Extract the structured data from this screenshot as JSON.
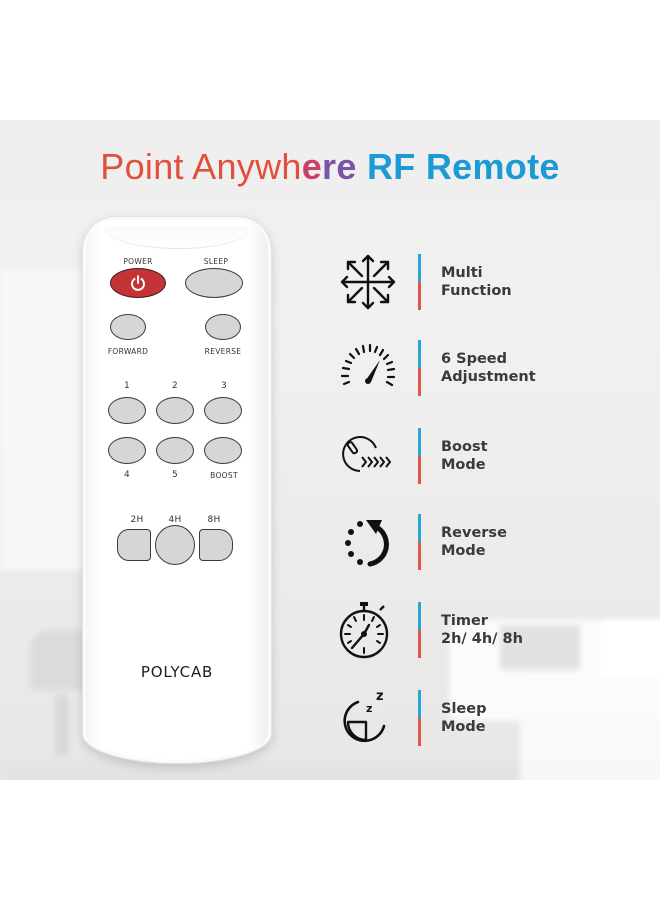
{
  "headline": {
    "part1": "Point Anywh",
    "part2": "e",
    "part3": "r",
    "part4": "e ",
    "part5": "RF Remote",
    "full": "Point Anywhere RF Remote",
    "colors": {
      "warm": "#e0503c",
      "cool": "#1c9ad4"
    }
  },
  "remote": {
    "brand": "POLYCAB",
    "buttons": {
      "power": "POWER",
      "sleep": "SLEEP",
      "forward": "FORWARD",
      "reverse": "REVERSE",
      "speed_1": "1",
      "speed_2": "2",
      "speed_3": "3",
      "speed_4": "4",
      "speed_5": "5",
      "boost": "BOOST",
      "timer_2h": "2H",
      "timer_4h": "4H",
      "timer_8h": "8H"
    },
    "power_color": "#c23436"
  },
  "features": [
    {
      "icon": "multi-direction-arrows-icon",
      "line1": "Multi",
      "line2": "Function"
    },
    {
      "icon": "speedometer-icon",
      "line1": "6 Speed",
      "line2": "Adjustment"
    },
    {
      "icon": "boost-fan-icon",
      "line1": "Boost",
      "line2": "Mode"
    },
    {
      "icon": "reverse-rotation-icon",
      "line1": "Reverse",
      "line2": "Mode"
    },
    {
      "icon": "stopwatch-icon",
      "line1": "Timer",
      "line2": "2h/ 4h/ 8h"
    },
    {
      "icon": "sleep-moon-icon",
      "line1": "Sleep",
      "line2": "Mode"
    }
  ],
  "accent_bar": {
    "top": "#2aa6d6",
    "bottom": "#e0574a"
  }
}
